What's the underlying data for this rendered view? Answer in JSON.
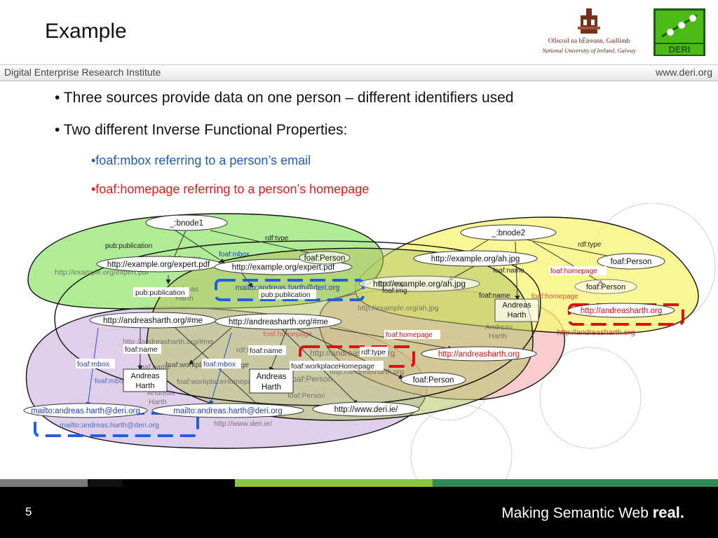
{
  "slide": {
    "title": "Example",
    "page_number": "5",
    "tagline": "Making Semantic Web",
    "tagline_bold": "real."
  },
  "header": {
    "institute": "Digital Enterprise Research Institute",
    "url": "www.deri.org",
    "nuig_line1": "Ollscoil na hÉireann, Gaillimh",
    "nuig_line2": "National University of Ireland, Galway",
    "deri_logo_text": "DERI"
  },
  "bullets": [
    "• Three sources provide data on one person – different identifiers used",
    "• Two different Inverse Functional Properties:"
  ],
  "sub_bullets": [
    {
      "text": "•foaf:mbox referring to a person’s email",
      "color": "#1a5fb4"
    },
    {
      "text": "•foaf:homepage referring to a person’s homepage",
      "color": "#e01b1b"
    }
  ],
  "colors": {
    "green_source": "#8fe36a",
    "yellow_source": "#f7f57a",
    "purple_source": "#c6a8d8",
    "pink_source": "#f7b8b8",
    "mbox_highlight": "#1f5fe0",
    "homepage_highlight": "#e01010",
    "footer_stripe": [
      "#777777",
      "#111111",
      "#000000",
      "#8cc63f",
      "#2e8b57",
      "#1b7a4a"
    ]
  },
  "diagram": {
    "nodes": {
      "bnode1": "_:bnode1",
      "bnode2": "_:bnode2",
      "expert_pdf_a": "http://example.org/expert.pdf",
      "expert_pdf_b": "http://example.org/expert.pdf",
      "expert_pdf_faded": "http://example.org/expert.pdf",
      "ah_jpg_a": "http://example.org/ah.jpg",
      "ah_jpg_b": "http://example.org/ah.jpg",
      "ah_jpg_faded": "http://example.org/ah.jpg",
      "me_a": "http://andreasharth.org/#me",
      "me_b": "http://andreasharth.org/#me",
      "me_faded": "http://andreasharth.org/#me",
      "person_green": "foaf:Person",
      "person_yellow_a": "foaf:Person",
      "person_yellow_b": "foaf:Person",
      "person_main": "foaf:Person",
      "person_faded_a": "foaf:Person",
      "person_faded_b": "foaf:Person",
      "hp_yellow": "http://andreasharth.org",
      "hp_yellow_faded": "http://andreasharth.org",
      "hp_pink": "http://andreasharth.org",
      "hp_mid": "http://andreasharth.org",
      "hp_faded": "http://andreasharth.org",
      "mbox_a": "mailto:andreas.harth@deri.org",
      "mbox_b": "mailto:andreas.harth@deri.org",
      "mbox_green": "mailto:andreas.harth@deri.org",
      "mbox_faded": "mailto:andreas.harth@deri.org",
      "deri_ie": "http://www.deri.ie/",
      "deri_ie_faded": "http://www.deri.ie/",
      "name_left": "Andreas Harth",
      "name_mid": "Andreas Harth",
      "name_yellow": "Andreas Harth",
      "name_faded_a": "Andreas Harth",
      "name_faded_b": "Andreas Harth",
      "name_faded_c": "Andreas Harth"
    },
    "edges": {
      "pub_publication_a": "pub:publication",
      "pub_publication_b": "pub:publication",
      "pub_publication_c": "pub:publication",
      "rdf_type_a": "rdf:type",
      "rdf_type_b": "rdf:type",
      "rdf_type_c": "rdf:type",
      "rdf_type_faded": "rdf:type",
      "foaf_name_a": "foaf:name",
      "foaf_name_b": "foaf:name",
      "foaf_name_c": "foaf:name",
      "foaf_name_d": "foaf:name",
      "foaf_name_faded": "foaf:name",
      "foaf_name_faded_b": "foaf:name",
      "foaf_mbox_a": "foaf:mbox",
      "foaf_mbox_b": "foaf:mbox",
      "foaf_mbox_c": "foaf:mbox",
      "foaf_mbox_faded": "foaf:mbox",
      "foaf_img_a": "foaf:img",
      "foaf_img_b": "foaf:img",
      "foaf_homepage_a": "foaf:homepage",
      "foaf_homepage_b": "foaf:homepage",
      "foaf_homepage_c": "foaf:homepage",
      "foaf_homepage_faded": "foaf:homepage",
      "workplace_a": "foaf:workplaceHomepage",
      "workplace_b": "foaf:workplaceHomepage",
      "workplace_faded": "foaf:workplaceHomepage"
    }
  }
}
